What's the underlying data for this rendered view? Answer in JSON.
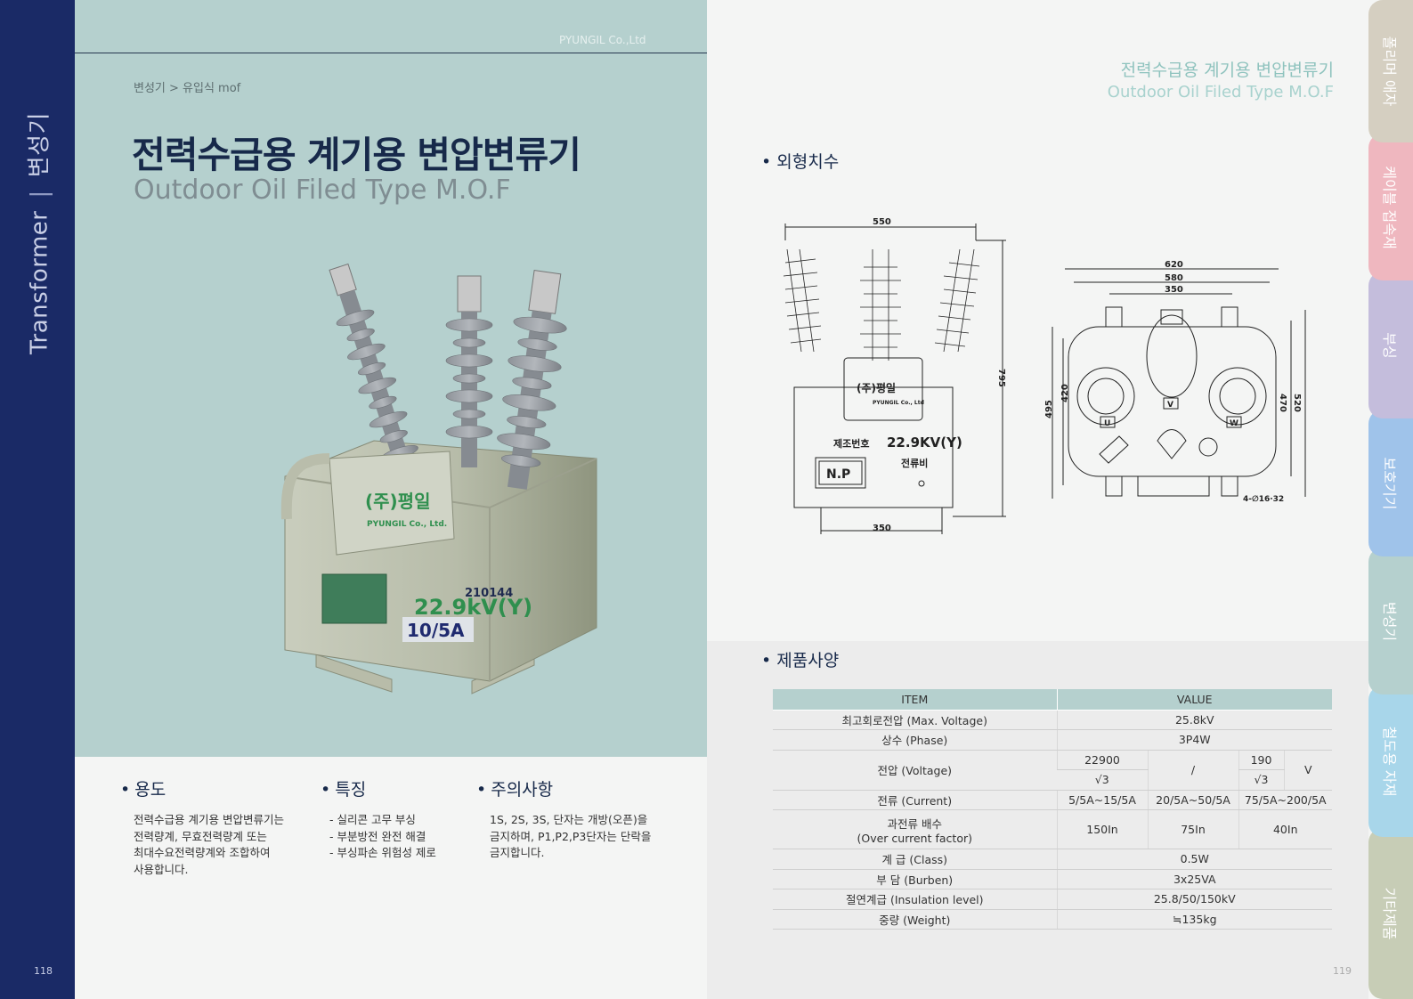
{
  "company": "PYUNGIL Co.,Ltd",
  "spine": {
    "en": "Transformer",
    "sep": "|",
    "ko": "변성기"
  },
  "page_left": "118",
  "page_right": "119",
  "breadcrumb": "변성기 > 유입식 mof",
  "title_ko": "전력수급용 계기용 변압변류기",
  "title_en": "Outdoor Oil Filed Type M.O.F",
  "product_label": {
    "brand": "(주)평일",
    "company": "PYUNGIL Co., Ltd.",
    "serial": "210144",
    "voltage": "22.9kV(Y)",
    "ratio": "10/5A"
  },
  "info": [
    {
      "heading": "용도",
      "body": "전력수급용 계기용 변압변류기는\n전력량계, 무효전력량계 또는\n최대수요전력량계와 조합하여\n사용합니다."
    },
    {
      "heading": "특징",
      "body": "- 실리콘 고무 부싱\n-  부분방전 완전 해결\n- 부싱파손 위험성 제로"
    },
    {
      "heading": "주의사항",
      "body": "1S, 2S, 3S, 단자는 개방(오픈)을\n금지하며, P1,P2,P3단자는 단락을\n금지합니다."
    }
  ],
  "right_title_ko": "전력수급용 계기용 변압변류기",
  "right_title_en": "Outdoor Oil Filed Type M.O.F",
  "dims_heading": "외형치수",
  "spec_heading": "제품사양",
  "drawing": {
    "front_width": "550",
    "base_width": "350",
    "height": "795",
    "top_620": "620",
    "top_580": "580",
    "top_350": "350",
    "h495": "495",
    "h420": "420",
    "h470": "470",
    "h520": "520",
    "holes": "4-∅16∙32",
    "plate_brand": "(주)평일",
    "plate_co": "PYUNGIL Co., Ltd",
    "serial_label": "제조번호",
    "voltage": "22.9KV(Y)",
    "ratio_label": "전류비",
    "np": "N.P",
    "u": "U",
    "v": "V",
    "w": "W"
  },
  "spec": {
    "headers": [
      "ITEM",
      "VALUE"
    ],
    "rows": {
      "max_voltage": {
        "item": "최고회로전압 (Max. Voltage)",
        "value": "25.8kV"
      },
      "phase": {
        "item": "상수 (Phase)",
        "value": "3P4W"
      },
      "voltage": {
        "item": "전압 (Voltage)",
        "num": "22900",
        "den": "√3",
        "slash": "/",
        "num2": "190",
        "den2": "√3",
        "unit": "V"
      },
      "current": {
        "item": "전류 (Current)",
        "v1": "5/5A~15/5A",
        "v2": "20/5A~50/5A",
        "v3": "75/5A~200/5A"
      },
      "overcurrent": {
        "item1": "과전류 배수",
        "item2": "(Over current factor)",
        "v1": "150In",
        "v2": "75In",
        "v3": "40In"
      },
      "class": {
        "item": "계 급 (Class)",
        "value": "0.5W"
      },
      "burden": {
        "item": "부 담 (Burben)",
        "value": "3x25VA"
      },
      "insulation": {
        "item": "절연계급 (Insulation level)",
        "value": "25.8/50/150kV"
      },
      "weight": {
        "item": "중량 (Weight)",
        "value": "≒135kg"
      }
    }
  },
  "tabs": [
    {
      "label": "폴리머 애자",
      "color": "#d5cfc1"
    },
    {
      "label": "케이블 접속재",
      "color": "#efb7bf"
    },
    {
      "label": "부싱",
      "color": "#c4bddc"
    },
    {
      "label": "보호기기",
      "color": "#9fc3ea"
    },
    {
      "label": "변성기",
      "color": "#b5d0ce"
    },
    {
      "label": "철도용 자재",
      "color": "#a8d6ea"
    },
    {
      "label": "기타제품",
      "color": "#c7cdb6"
    }
  ]
}
